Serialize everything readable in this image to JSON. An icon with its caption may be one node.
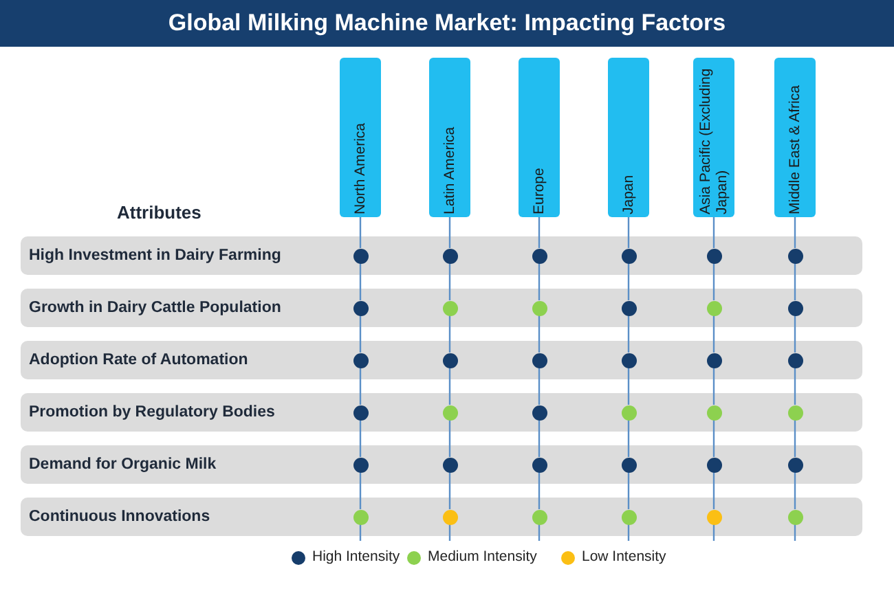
{
  "diagram": {
    "title": "Global Milking Machine Market: Impacting Factors",
    "nodes": [
      {
        "text": [
          "North America"
        ]
      },
      {
        "text": [
          "Latin America"
        ]
      },
      {
        "text": [
          "Europe"
        ]
      },
      {
        "text": [
          "Japan"
        ]
      },
      {
        "text": [
          "Asia Pacific (Excluding Japan)"
        ]
      },
      {
        "text": [
          "Middle East & Africa"
        ]
      },
      {
        "text": [
          "High Investment in Dairy Farming"
        ]
      },
      {
        "text": [],
        "shape": "circle",
        "in": 6
      },
      {
        "text": [],
        "shape": "circle",
        "in": 6
      },
      {
        "text": [],
        "shape": "circle",
        "in": 6
      },
      {
        "text": [],
        "shape": "circle",
        "in": 6
      },
      {
        "text": [],
        "shape": "circle",
        "in": 6
      },
      {
        "text": [],
        "shape": "circle",
        "in": 6
      },
      {
        "text": [
          "Growth in Dairy Cattle Population"
        ]
      },
      {
        "text": [],
        "shape": "circle",
        "in": 13
      },
      {
        "text": [],
        "shape": "circle",
        "in": 13
      },
      {
        "text": [],
        "shape": "circle",
        "in": 13
      },
      {
        "text": [],
        "shape": "circle",
        "in": 13
      },
      {
        "text": [],
        "shape": "circle",
        "in": 13
      },
      {
        "text": [],
        "shape": "circle",
        "in": 13
      },
      {
        "text": [
          "Adoption Rate of Automation"
        ]
      },
      {
        "text": [],
        "shape": "circle",
        "in": 20
      },
      {
        "text": [],
        "shape": "circle",
        "in": 20
      },
      {
        "text": [],
        "shape": "circle",
        "in": 20
      },
      {
        "text": [],
        "shape": "circle",
        "in": 20
      },
      {
        "text": [],
        "shape": "circle",
        "in": 20
      },
      {
        "text": [],
        "shape": "circle",
        "in": 20
      },
      {
        "text": [
          "Promotion by Regulatory Bodies"
        ]
      },
      {
        "text": [],
        "shape": "circle",
        "in": 27
      },
      {
        "text": [],
        "shape": "circle",
        "in": 27
      },
      {
        "text": [],
        "shape": "circle",
        "in": 27
      },
      {
        "text": [],
        "shape": "circle",
        "in": 27
      },
      {
        "text": [],
        "shape": "circle",
        "in": 27
      },
      {
        "text": [],
        "shape": "circle",
        "in": 27
      },
      {
        "text": [
          "Demand for Organic Milk"
        ]
      },
      {
        "text": [],
        "shape": "circle",
        "in": 34
      },
      {
        "text": [],
        "shape": "circle",
        "in": 34
      },
      {
        "text": [],
        "shape": "circle",
        "in": 34
      },
      {
        "text": [],
        "shape": "circle",
        "in": 34
      },
      {
        "text": [],
        "shape": "circle",
        "in": 34
      },
      {
        "text": [],
        "shape": "circle",
        "in": 34
      },
      {
        "text": [
          "Continuous Innovations"
        ]
      },
      {
        "text": [],
        "shape": "circle",
        "in": 41
      },
      {
        "text": [],
        "shape": "circle",
        "in": 41
      },
      {
        "text": [],
        "shape": "circle",
        "in": 41
      },
      {
        "text": [],
        "shape": "circle",
        "in": 41
      },
      {
        "text": [],
        "shape": "circle",
        "in": 41
      },
      {
        "text": [],
        "shape": "circle",
        "in": 41
      }
    ],
    "edges": [
      {
        "from": 0,
        "to": 7,
        "arrow": "none"
      },
      {
        "from": 1,
        "to": 8,
        "arrow": "none"
      },
      {
        "from": 2,
        "to": 9,
        "arrow": "none"
      },
      {
        "from": 3,
        "to": 10,
        "arrow": "none"
      },
      {
        "from": 4,
        "to": 11,
        "arrow": "none"
      },
      {
        "from": 5,
        "to": 12,
        "arrow": "none"
      },
      {
        "from": 7,
        "to": 14,
        "arrow": "none"
      },
      {
        "from": 8,
        "to": 15,
        "arrow": "none"
      },
      {
        "from": 9,
        "to": 16,
        "arrow": "none"
      },
      {
        "from": 10,
        "to": 17,
        "arrow": "none"
      },
      {
        "from": 11,
        "to": 18,
        "arrow": "none"
      },
      {
        "from": 12,
        "to": 19,
        "arrow": "none"
      },
      {
        "from": 14,
        "to": 21,
        "arrow": "none"
      },
      {
        "from": 15,
        "to": 22,
        "arrow": "none"
      },
      {
        "from": 16,
        "to": 23,
        "arrow": "none"
      },
      {
        "from": 17,
        "to": 24,
        "arrow": "none"
      },
      {
        "from": 18,
        "to": 25,
        "arrow": "none"
      },
      {
        "from": 19,
        "to": 26,
        "arrow": "none"
      },
      {
        "from": 21,
        "to": 28,
        "arrow": "none"
      },
      {
        "from": 22,
        "to": 29,
        "arrow": "none"
      },
      {
        "from": 23,
        "to": 30,
        "arrow": "none"
      },
      {
        "from": 24,
        "to": 31,
        "arrow": "none"
      },
      {
        "from": 25,
        "to": 32,
        "arrow": "none"
      },
      {
        "from": 26,
        "to": 33,
        "arrow": "none"
      },
      {
        "from": 28,
        "to": 35,
        "arrow": "none"
      },
      {
        "from": 29,
        "to": 36,
        "arrow": "none"
      },
      {
        "from": 30,
        "to": 37,
        "arrow": "none"
      },
      {
        "from": 31,
        "to": 38,
        "arrow": "none"
      },
      {
        "from": 32,
        "to": 39,
        "arrow": "none"
      },
      {
        "from": 33,
        "to": 40,
        "arrow": "none"
      },
      {
        "from": 35,
        "to": 42,
        "arrow": "none"
      },
      {
        "from": 36,
        "to": 43,
        "arrow": "none"
      },
      {
        "from": 37,
        "to": 44,
        "arrow": "none"
      },
      {
        "from": 38,
        "to": 45,
        "arrow": "none"
      },
      {
        "from": 39,
        "to": 46,
        "arrow": "none"
      },
      {
        "from": 40,
        "to": 47,
        "arrow": "none"
      },
      {
        "from": 42,
        "to": null,
        "arrow": "none"
      },
      {
        "from": 43,
        "to": null,
        "arrow": "none"
      },
      {
        "from": 44,
        "to": null,
        "arrow": "none"
      },
      {
        "from": 45,
        "to": null,
        "arrow": "none"
      },
      {
        "from": 46,
        "to": null,
        "arrow": "none"
      },
      {
        "from": 47,
        "to": null,
        "arrow": "none"
      }
    ],
    "labels": [
      "Attributes"
    ],
    "legend": [
      {
        "text": "High Intensity",
        "color": "#163d6b"
      },
      {
        "text": "Medium Intensity",
        "color": "#8dd14f"
      },
      {
        "text": "Low Intensity",
        "color": "#fbbf14"
      }
    ]
  }
}
